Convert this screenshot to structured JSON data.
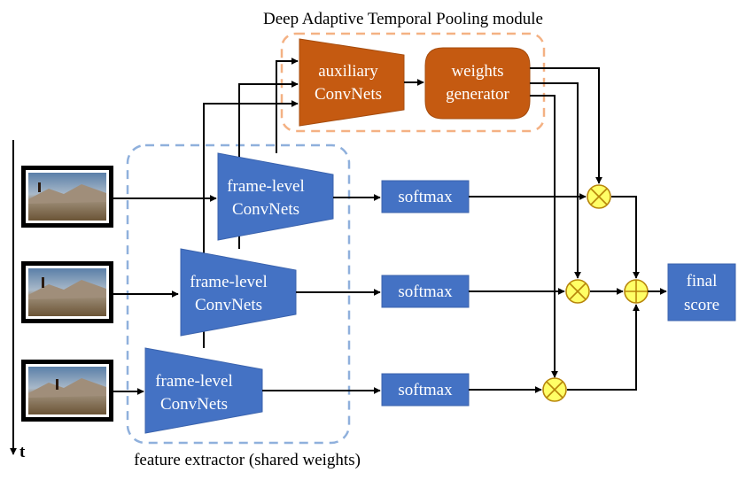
{
  "module_title": "Deep Adaptive Temporal Pooling module",
  "feature_extractor_label": "feature extractor (shared weights)",
  "time_axis_label": "t",
  "auxiliary": {
    "line1": "auxiliary",
    "line2": "ConvNets"
  },
  "weights_generator": {
    "line1": "weights",
    "line2": "generator"
  },
  "frame_convnets": [
    {
      "line1": "frame-level",
      "line2": "ConvNets"
    },
    {
      "line1": "frame-level",
      "line2": "ConvNets"
    },
    {
      "line1": "frame-level",
      "line2": "ConvNets"
    }
  ],
  "softmax": [
    "softmax",
    "softmax",
    "softmax"
  ],
  "final_score": {
    "line1": "final",
    "line2": "score"
  },
  "colors": {
    "convnet_blue": "#4472c4",
    "module_orange": "#c55a11",
    "module_border": "#f4b183",
    "extractor_border": "#8fb0dc",
    "operator_fill": "#ffff66"
  }
}
